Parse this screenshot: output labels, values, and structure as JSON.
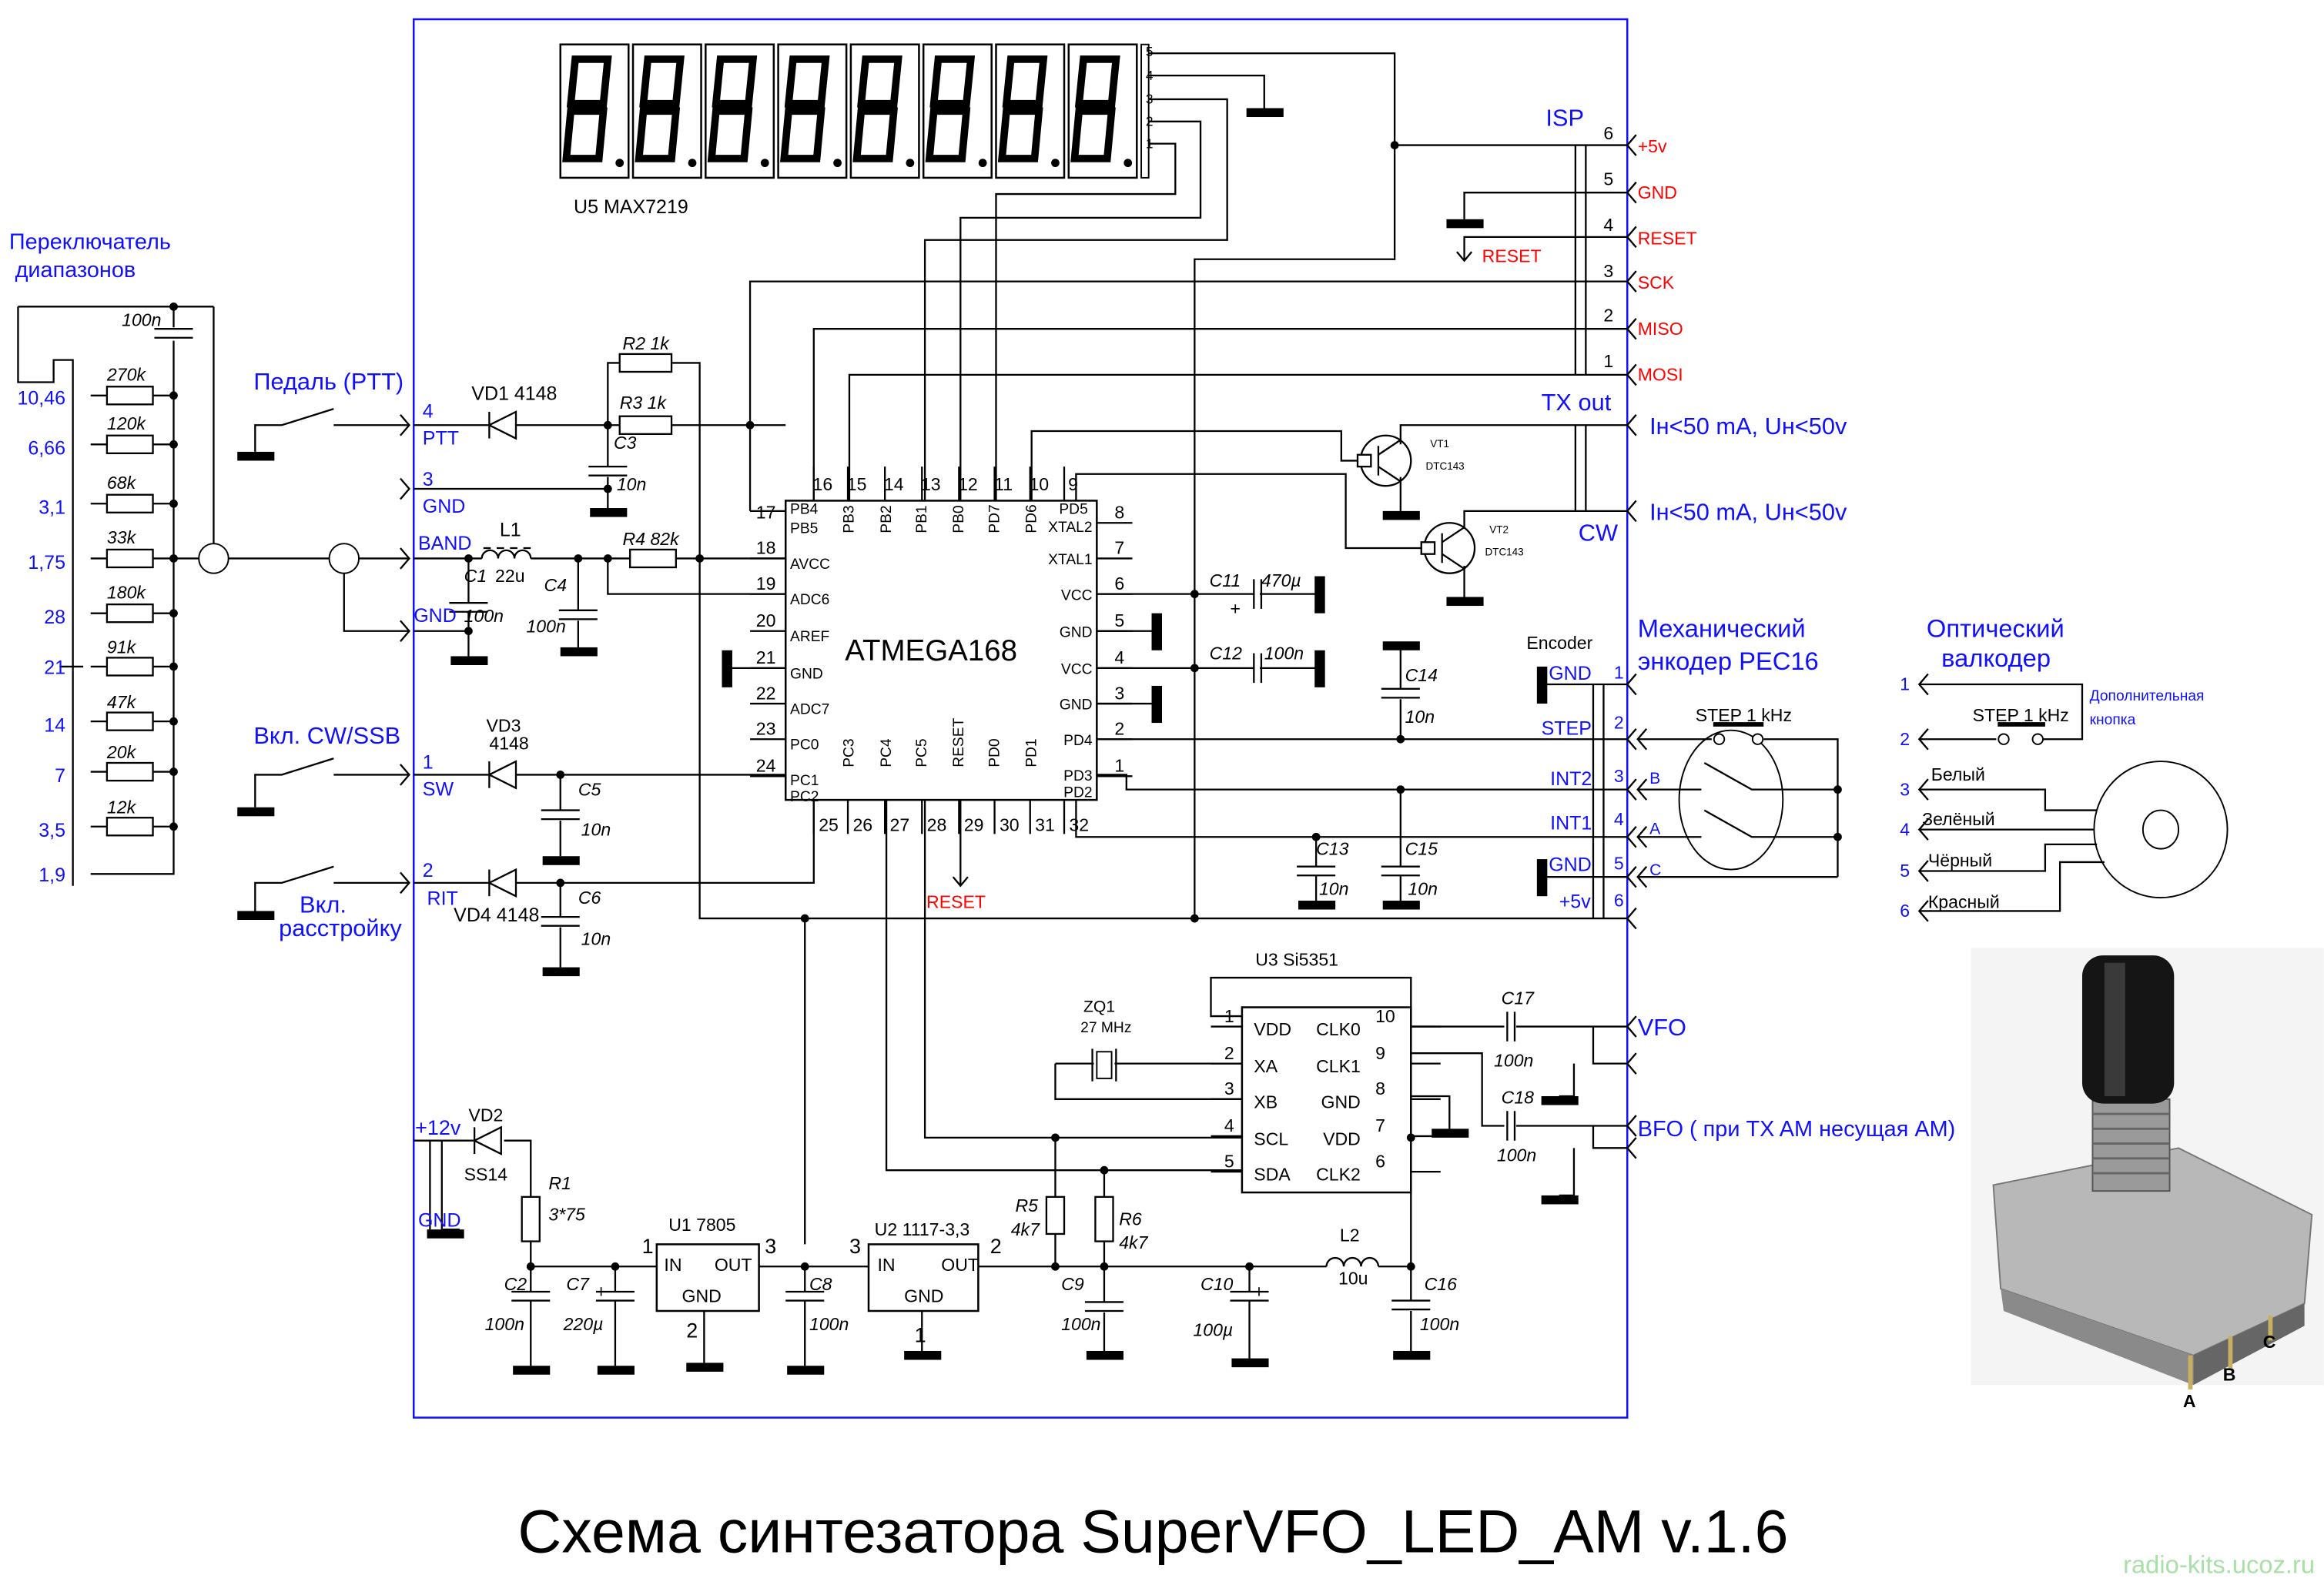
{
  "title": "Схема  синтезатора SuperVFO_LED_AM v.1.6",
  "watermark": "radio-kits.ucoz.ru",
  "colors": {
    "labels": "#1010ff",
    "isp_signals": "#ff0000",
    "frame": "#1010ff",
    "wires": "#000000",
    "watermark": "#a8e0a8"
  },
  "display": {
    "name": "U5   MAX7219",
    "digits": 8,
    "pins": [
      "5",
      "4",
      "3",
      "2",
      "1"
    ]
  },
  "band_switch": {
    "title1": "Переключатель",
    "title2": "диапазонов",
    "cap": "100n",
    "resistors": [
      "270k",
      "120k",
      "68k",
      "33k",
      "180k",
      "91k",
      "47k",
      "20k",
      "12k"
    ],
    "bands": [
      "10,46",
      "6,66",
      "3,1",
      "1,75",
      "28",
      "21",
      "14",
      "7",
      "3,5",
      "1,9"
    ]
  },
  "inputs": {
    "ptt_title": "Педаль (PTT)",
    "cw_title": "Вкл. CW/SSB",
    "rit_title1": "Вкл.",
    "rit_title2": "расстройку",
    "ptt_num": "4",
    "ptt": "PTT",
    "gnd_num": "3",
    "gnd": "GND",
    "band": "BAND",
    "gnd2": "GND",
    "sw_num": "1",
    "sw": "SW",
    "rit_num": "2",
    "rit": "RIT",
    "pwr": "+12v",
    "pwr_gnd": "GND"
  },
  "parts": {
    "vd1": "VD1   4148",
    "r2": "R2   1k",
    "r3": "R3     1k",
    "c3": "C3",
    "c3_val": "10n",
    "l1": "L1",
    "c1": "C1",
    "l1_val": "22u",
    "c1_val": "100n",
    "c4": "C4",
    "c4_val": "100n",
    "r4": "R4   82k",
    "vd3": "VD3",
    "vd3_val": "4148",
    "c5": "C5",
    "c5_val": "10n",
    "vd4": "VD4  4148",
    "c6": "C6",
    "c6_val": "10n",
    "c11": "C11",
    "c11_val": "470µ",
    "plus": "+",
    "c12": "C12",
    "c12_val": "100n",
    "c14": "C14",
    "c14_val": "10n",
    "c13": "C13",
    "c13_val": "10n",
    "c15": "C15",
    "c15_val": "10n",
    "vt1": "VT1",
    "vt1_type": "DTC143",
    "vt2": "VT2",
    "vt2_type": "DTC143",
    "reset": "RESET",
    "vd2": "VD2",
    "vd2_val": "SS14",
    "r1": "R1",
    "r1_val": "3*75",
    "c2": "C2",
    "c2_val": "100n",
    "c7": "C7",
    "c7_val": "220µ",
    "u1": "U1   7805",
    "u2": "U2   1117-3,3",
    "c8": "C8",
    "c8_val": "100n",
    "r5": "R5",
    "r5_val": "4k7",
    "r6": "R6",
    "r6_val": "4k7",
    "c9": "C9",
    "c9_val": "100n",
    "c10": "C10",
    "c10_val": "100µ",
    "l2": "L2",
    "l2_val": "10u",
    "c16": "C16",
    "c16_val": "100n",
    "zq1": "ZQ1",
    "zq1_val": "27 MHz",
    "c17": "C17",
    "c17_val": "100n",
    "c18": "C18",
    "c18_val": "100n",
    "reg_in": "IN",
    "reg_out": "OUT",
    "reg_gnd": "GND",
    "u1_pins": [
      "1",
      "3",
      "2"
    ],
    "u2_pins": [
      "3",
      "2",
      "1"
    ]
  },
  "mcu": {
    "name": "ATMEGA168",
    "left_pins": [
      "17",
      "18",
      "19",
      "20",
      "21",
      "22",
      "23",
      "24"
    ],
    "left_labels": [
      "PB4",
      "PB5",
      "AVCC",
      "ADC6",
      "AREF",
      "GND",
      "ADC7",
      "PC0",
      "PC1",
      "PC2"
    ],
    "top_pins": [
      "16",
      "15",
      "14",
      "13",
      "12",
      "11",
      "10",
      "9"
    ],
    "top_labels": [
      "PB3",
      "PB2",
      "PB1",
      "PB0",
      "PD7",
      "PD6",
      "PD5",
      "XTAL2"
    ],
    "right_pins": [
      "8",
      "7",
      "6",
      "5",
      "4",
      "3",
      "2",
      "1"
    ],
    "right_labels": [
      "XTAL1",
      "VCC",
      "GND",
      "VCC",
      "GND",
      "PD4",
      "PD3",
      "PD2"
    ],
    "bottom_pins": [
      "25",
      "26",
      "27",
      "28",
      "29",
      "30",
      "31",
      "32"
    ],
    "bottom_labels": [
      "PC3",
      "PC4",
      "PC5",
      "RESET",
      "PD0",
      "PD1"
    ]
  },
  "si5351": {
    "name": "U3   Si5351",
    "left_pins": [
      "1",
      "2",
      "3",
      "4",
      "5"
    ],
    "left_labels": [
      "VDD",
      "XA",
      "XB",
      "SCL",
      "SDA"
    ],
    "right_pins": [
      "10",
      "9",
      "8",
      "7",
      "6"
    ],
    "right_labels": [
      "CLK0",
      "CLK1",
      "GND",
      "VDD",
      "CLK2"
    ]
  },
  "isp": {
    "title": "ISP",
    "pins": [
      "6",
      "5",
      "4",
      "3",
      "2",
      "1"
    ],
    "signals": [
      "+5v",
      "GND",
      "RESET",
      "SCK",
      "MISO",
      "MOSI"
    ],
    "reset_label": "RESET"
  },
  "outputs": {
    "tx_out": "TX out",
    "cw": "CW",
    "limit1": "Iн<50 mA, Uн<50v",
    "limit2": "Iн<50 mA, Uн<50v",
    "vfo": "VFO",
    "bfo": "BFO ( при TX AM несущая AM)"
  },
  "encoder": {
    "title": "Encoder",
    "pins": [
      "1",
      "2",
      "3",
      "4",
      "5",
      "6"
    ],
    "signals": [
      "GND",
      "STEP",
      "INT2",
      "INT1",
      "GND",
      "+5v"
    ],
    "mech_title1": "Механический",
    "mech_title2": "энкодер  PEC16",
    "step_label": "STEP 1 kHz",
    "mech_contacts": [
      "B",
      "A",
      "C"
    ],
    "opt_title1": "Оптический",
    "opt_title2": "валкодер",
    "opt_pins": [
      "1",
      "2",
      "3",
      "4",
      "5",
      "6"
    ],
    "wire_colors": [
      "Белый",
      "Зелёный",
      "Чёрный",
      "Красный"
    ],
    "extra_button1": "Дополнительная",
    "extra_button2": "кнопка",
    "photo_pins": [
      "A",
      "B",
      "C"
    ]
  }
}
